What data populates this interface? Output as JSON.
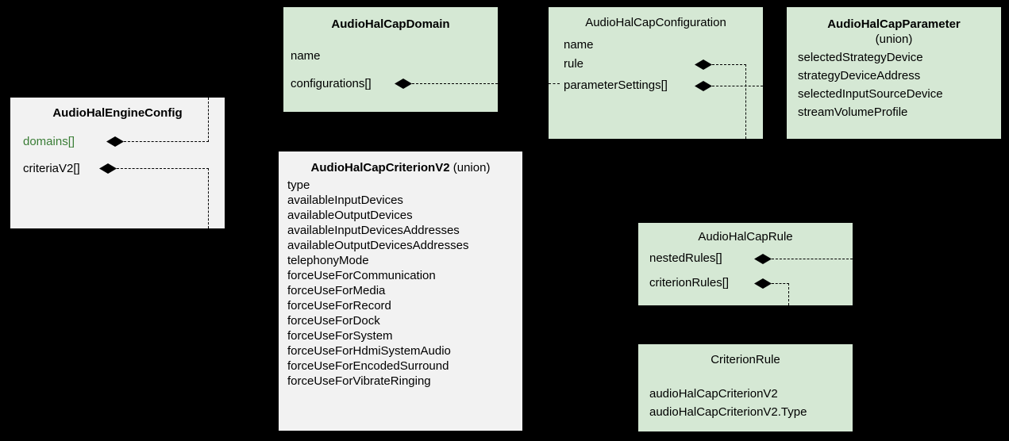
{
  "diagram": {
    "kind": "uml-class-diagram",
    "background": "#000000",
    "colors": {
      "class_green": "#d5e8d4",
      "class_grey": "#f2f2f2",
      "text": "#000000",
      "highlight_green_text": "#3a7d36",
      "connector": "#000000"
    }
  },
  "classes": {
    "engine_config": {
      "title": "AudioHalEngineConfig",
      "attributes": [
        {
          "label": "domains[]",
          "highlighted": true
        },
        {
          "label": "criteriaV2[]",
          "highlighted": false
        }
      ]
    },
    "cap_domain": {
      "title": "AudioHalCapDomain",
      "attributes": [
        {
          "label": "name"
        },
        {
          "label": "configurations[]"
        }
      ]
    },
    "cap_configuration": {
      "title": "AudioHalCapConfiguration",
      "attributes": [
        {
          "label": "name"
        },
        {
          "label": "rule"
        },
        {
          "label": "parameterSettings[]"
        }
      ]
    },
    "cap_parameter": {
      "title": "AudioHalCapParameter",
      "subtitle": "(union)",
      "attributes": [
        {
          "label": "selectedStrategyDevice"
        },
        {
          "label": "strategyDeviceAddress"
        },
        {
          "label": "selectedInputSourceDevice"
        },
        {
          "label": "streamVolumeProfile"
        }
      ]
    },
    "cap_criterion_v2": {
      "title": "AudioHalCapCriterionV2",
      "title_suffix": "(union)",
      "attributes": [
        {
          "label": "type"
        },
        {
          "label": "availableInputDevices"
        },
        {
          "label": "availableOutputDevices"
        },
        {
          "label": "availableInputDevicesAddresses"
        },
        {
          "label": "availableOutputDevicesAddresses"
        },
        {
          "label": "telephonyMode"
        },
        {
          "label": "forceUseForCommunication"
        },
        {
          "label": "forceUseForMedia"
        },
        {
          "label": "forceUseForRecord"
        },
        {
          "label": "forceUseForDock"
        },
        {
          "label": "forceUseForSystem"
        },
        {
          "label": "forceUseForHdmiSystemAudio"
        },
        {
          "label": "forceUseForEncodedSurround"
        },
        {
          "label": "forceUseForVibrateRinging"
        }
      ]
    },
    "cap_rule": {
      "title": "AudioHalCapRule",
      "attributes": [
        {
          "label": "nestedRules[]"
        },
        {
          "label": "criterionRules[]"
        }
      ]
    },
    "criterion_rule": {
      "title": "CriterionRule",
      "attributes": [
        {
          "label": "audioHalCapCriterionV2"
        },
        {
          "label": "audioHalCapCriterionV2.Type"
        }
      ]
    }
  },
  "relations": [
    {
      "from": "engine_config.domains[]",
      "to": "cap_domain",
      "marker": "composition-diamond"
    },
    {
      "from": "engine_config.criteriaV2[]",
      "to": "cap_criterion_v2",
      "marker": "composition-diamond"
    },
    {
      "from": "cap_domain.configurations[]",
      "to": "cap_configuration",
      "marker": "composition-diamond"
    },
    {
      "from": "cap_configuration.rule",
      "to": "cap_rule",
      "marker": "composition-diamond"
    },
    {
      "from": "cap_configuration.parameterSettings[]",
      "to": "cap_parameter",
      "marker": "composition-diamond"
    },
    {
      "from": "cap_rule.nestedRules[]",
      "to": "cap_rule",
      "marker": "composition-diamond"
    },
    {
      "from": "cap_rule.criterionRules[]",
      "to": "criterion_rule",
      "marker": "composition-diamond"
    }
  ]
}
